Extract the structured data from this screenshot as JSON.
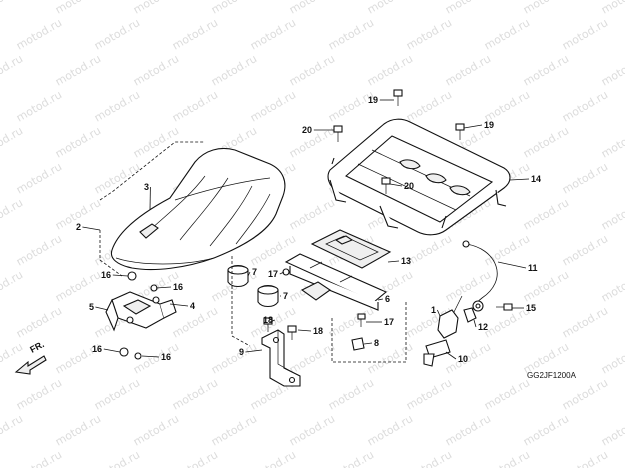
{
  "watermark": "motod.ru",
  "diagram_code": "GG2JF1200A",
  "front_label": "FR.",
  "callouts": [
    "1",
    "2",
    "3",
    "4",
    "5",
    "6",
    "7",
    "8",
    "9",
    "10",
    "11",
    "12",
    "13",
    "14",
    "15",
    "16",
    "17",
    "18",
    "19",
    "20"
  ],
  "parts": {
    "seat": "seat",
    "rear_carrier": "rear-carrier",
    "carrier_plate": "carrier-plate",
    "seat_hinge": "seat-hinge",
    "seat_lock": "seat-lock",
    "stay_bracket": "stay-bracket",
    "cable": "seat-lock-cable",
    "key_set": "key-set"
  }
}
